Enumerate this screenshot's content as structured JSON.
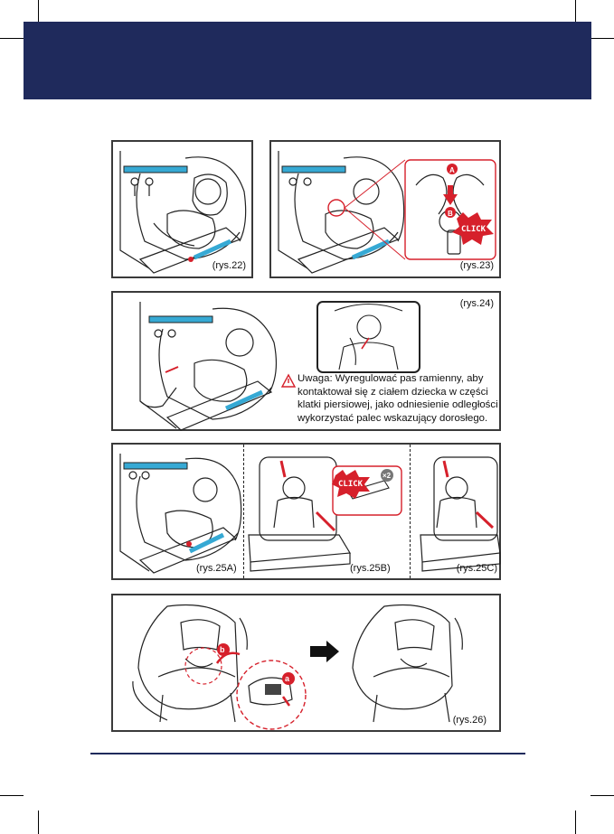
{
  "header": {
    "title": ""
  },
  "figures": {
    "rys22": {
      "caption": "(rys.22)"
    },
    "rys23": {
      "caption": "(rys.23)",
      "badge_a": "A",
      "badge_b": "B",
      "click": "CLICK"
    },
    "rys24": {
      "caption": "(rys.24)",
      "warning_lines": [
        "Uwaga: Wyregulować pas ramienny, aby",
        "kontaktował się z ciałem dziecka w części",
        "klatki piersiowej, jako odniesienie odległości",
        "wykorzystać palec wskazujący dorosłego."
      ]
    },
    "rys25": {
      "caption_a": "(rys.25A)",
      "caption_b": "(rys.25B)",
      "caption_c": "(rys.25C)",
      "click": "CLICK",
      "times": "×2"
    },
    "rys26": {
      "caption": "(rys.26)",
      "badge_a": "a",
      "badge_b": "b"
    }
  },
  "colors": {
    "header": "#1f2a5c",
    "belt": "#36a9d4",
    "accent_red": "#d6202b"
  }
}
